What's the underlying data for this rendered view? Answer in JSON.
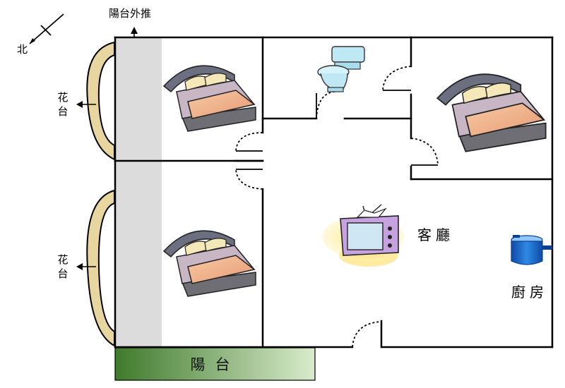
{
  "labels": {
    "north": "北",
    "balcony_push_out": "陽台外推",
    "flower_bed_top": "花台",
    "flower_bed_bottom": "花台",
    "living_room": "客廳",
    "kitchen": "廚房",
    "balcony": "陽台"
  },
  "icons": {
    "bed": "bed-icon",
    "toilet": "toilet-icon",
    "tv": "tv-icon",
    "pot": "cooking-pot-icon",
    "compass": "north-arrow-icon"
  },
  "colors": {
    "wall": "#000000",
    "extension_strip": "#dcdcdc",
    "flower_bed": "#e8d6a0",
    "balcony_dark": "#3f7a2b",
    "balcony_light": "#cfe5bf",
    "pot_blue": "#1e6fd0"
  }
}
